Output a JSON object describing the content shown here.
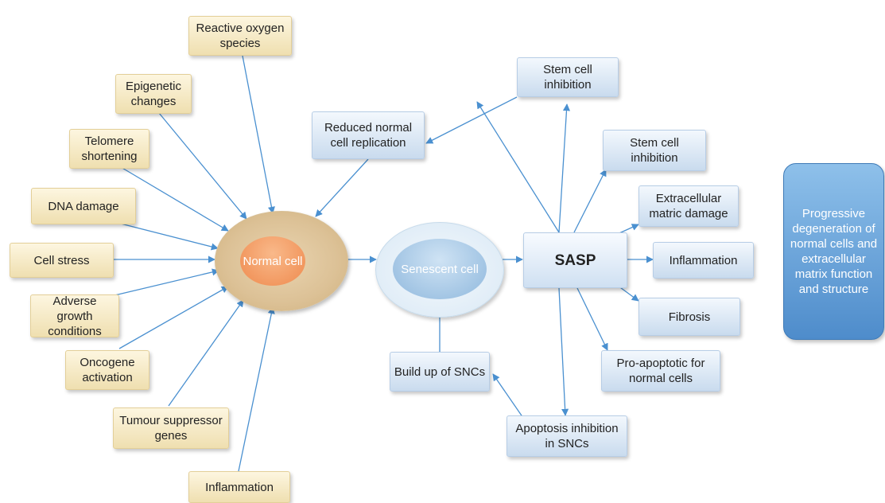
{
  "causes": {
    "ros": "Reactive oxygen species",
    "epigenetic": "Epigenetic changes",
    "telomere": "Telomere shortening",
    "dna": "DNA damage",
    "stress": "Cell stress",
    "adverse": "Adverse growth conditions",
    "oncogene": "Oncogene activation",
    "tumour": "Tumour suppressor genes",
    "inflammation": "Inflammation"
  },
  "cells": {
    "normal": "Normal cell",
    "senescent": "Senescent cell"
  },
  "sasp": "SASP",
  "effects": {
    "reduced_replication": "Reduced normal cell replication",
    "stem_top": "Stem cell inhibition",
    "stem_right": "Stem cell inhibition",
    "ecm_damage": "Extracellular matric damage",
    "inflammation": "Inflammation",
    "fibrosis": "Fibrosis",
    "pro_apoptotic": "Pro-apoptotic for normal cells",
    "apoptosis_inhibition": "Apoptosis inhibition in SNCs",
    "buildup": "Build up of SNCs"
  },
  "outcome": "Progressive degeneration of normal cells and extracellular matrix function and structure",
  "colors": {
    "arrow": "#4a90d0",
    "cause_fill": "#f6e9c3",
    "effect_fill": "#dde8f4",
    "normal_core": "#ef8a4e",
    "outcome_fill": "#6aa3da"
  }
}
